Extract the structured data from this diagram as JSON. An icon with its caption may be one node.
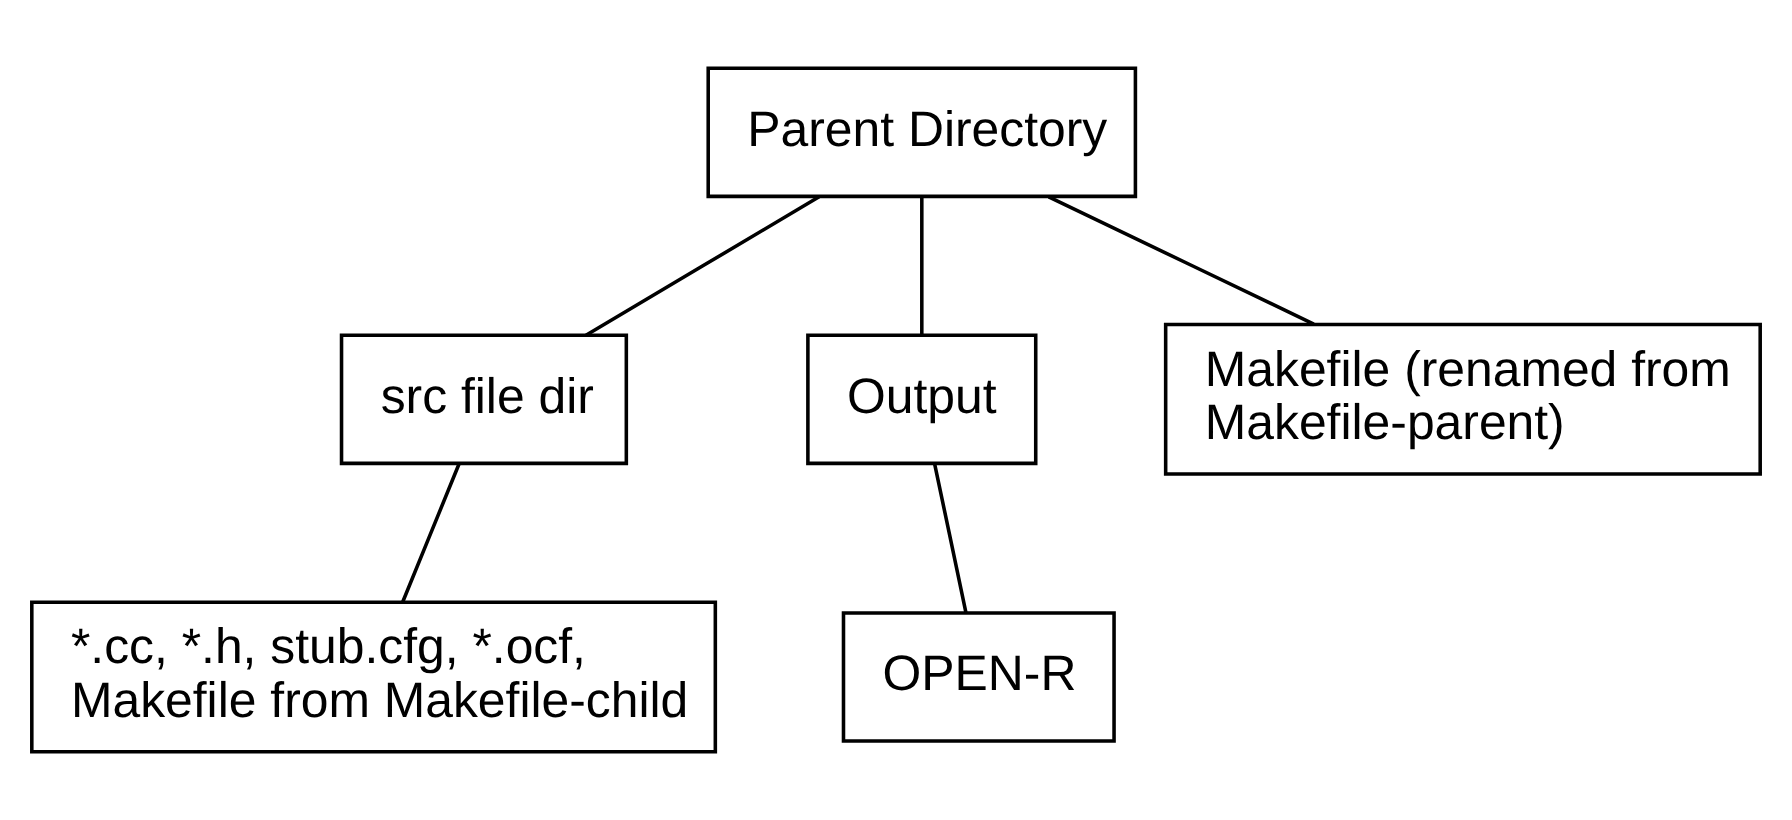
{
  "diagram": {
    "nodes": [
      {
        "text": [
          "Parent Directory"
        ]
      },
      {
        "text": [
          "src file dir"
        ]
      },
      {
        "text": [
          "Output"
        ]
      },
      {
        "text": [
          "Makefile (renamed from Makefile-parent)"
        ]
      },
      {
        "text": [
          "OPEN-R"
        ]
      },
      {
        "text": [
          "*.cc, *.h, stub.cfg, *.ocf, Makefile from Makefile-child"
        ]
      }
    ],
    "edges": [
      {
        "from": 0,
        "to": 1,
        "arrow": "none"
      },
      {
        "from": 0,
        "to": 2,
        "arrow": "none"
      },
      {
        "from": 0,
        "to": 3,
        "arrow": "none"
      },
      {
        "from": 2,
        "to": 4,
        "arrow": "none"
      },
      {
        "from": 1,
        "to": 5,
        "arrow": "none"
      }
    ]
  }
}
